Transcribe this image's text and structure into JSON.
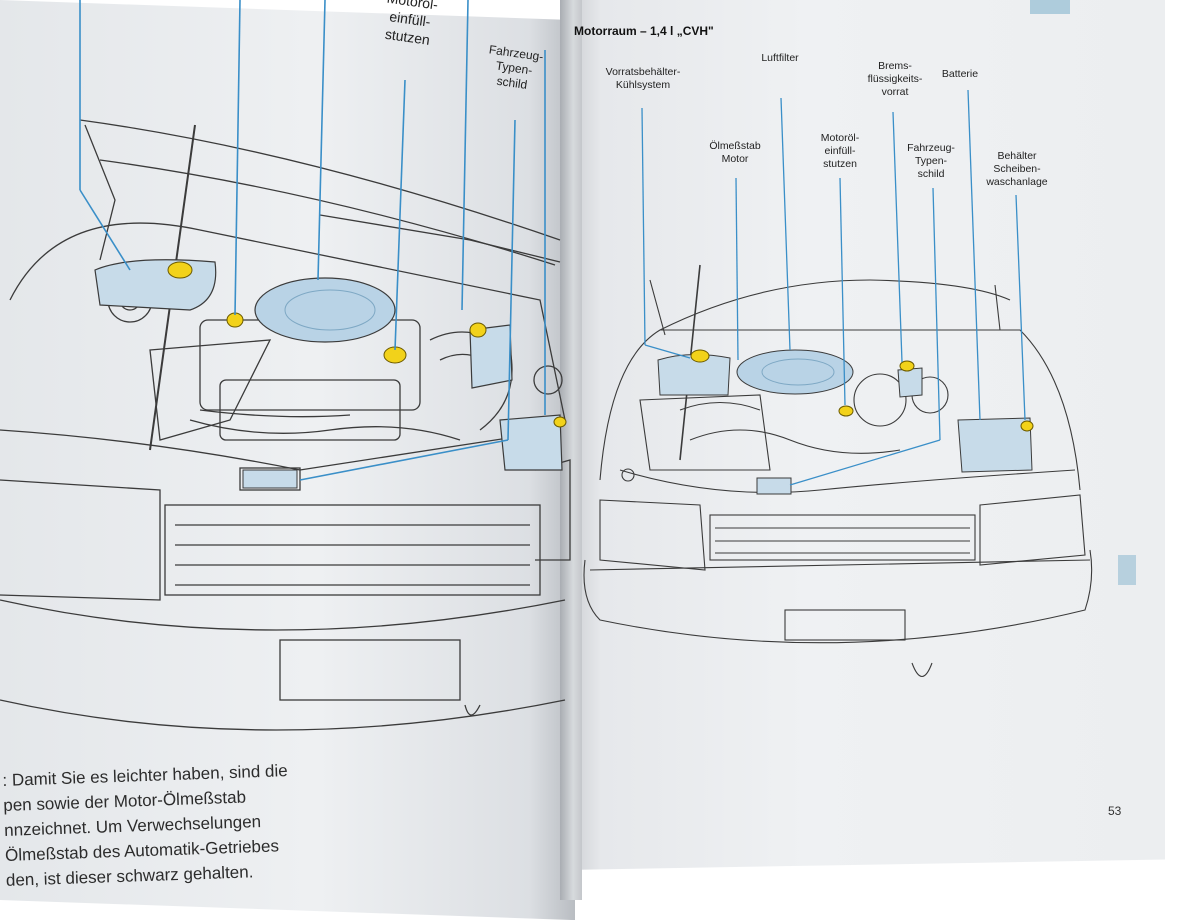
{
  "section_title": "Motorraum – 1,4 l „CVH\"",
  "page_number": "53",
  "right_diagram_labels": [
    {
      "id": "vorrats",
      "text": "Vorratsbehälter-\nKühlsystem"
    },
    {
      "id": "luftfilter",
      "text": "Luftfilter"
    },
    {
      "id": "brems",
      "text": "Brems-\nflüssigkeits-\nvorrat"
    },
    {
      "id": "batterie",
      "text": "Batterie"
    },
    {
      "id": "oelmess",
      "text": "Ölmeßstab\nMotor"
    },
    {
      "id": "motoroel",
      "text": "Motoröl-\neinfüll-\nstutzen"
    },
    {
      "id": "fahrzeug",
      "text": "Fahrzeug-\nTypen-\nschild"
    },
    {
      "id": "scheiben",
      "text": "Behälter\nScheiben-\nwaschanlage"
    }
  ],
  "left_diagram_labels": [
    {
      "id": "motoroel_l",
      "text": "Motoröl-\neinfüll-\nstutzen"
    },
    {
      "id": "fahrzeug_l",
      "text": "Fahrzeug-\nTypen-\nschild"
    }
  ],
  "body_text_lines": [
    ": Damit Sie es leichter haben, sind die",
    "pen sowie der Motor-Ölmeßstab",
    "nnzeichnet. Um Verwechselungen",
    "Ölmeßstab des Automatik-Getriebes",
    "den, ist dieser schwarz gehalten."
  ],
  "colors": {
    "callout_line": "#3a8fc8",
    "highlight_cap": "#f2d21a",
    "air_filter": "#b9d3e6",
    "reservoir": "#c7dbe9",
    "line_art": "#3b3b3b"
  }
}
